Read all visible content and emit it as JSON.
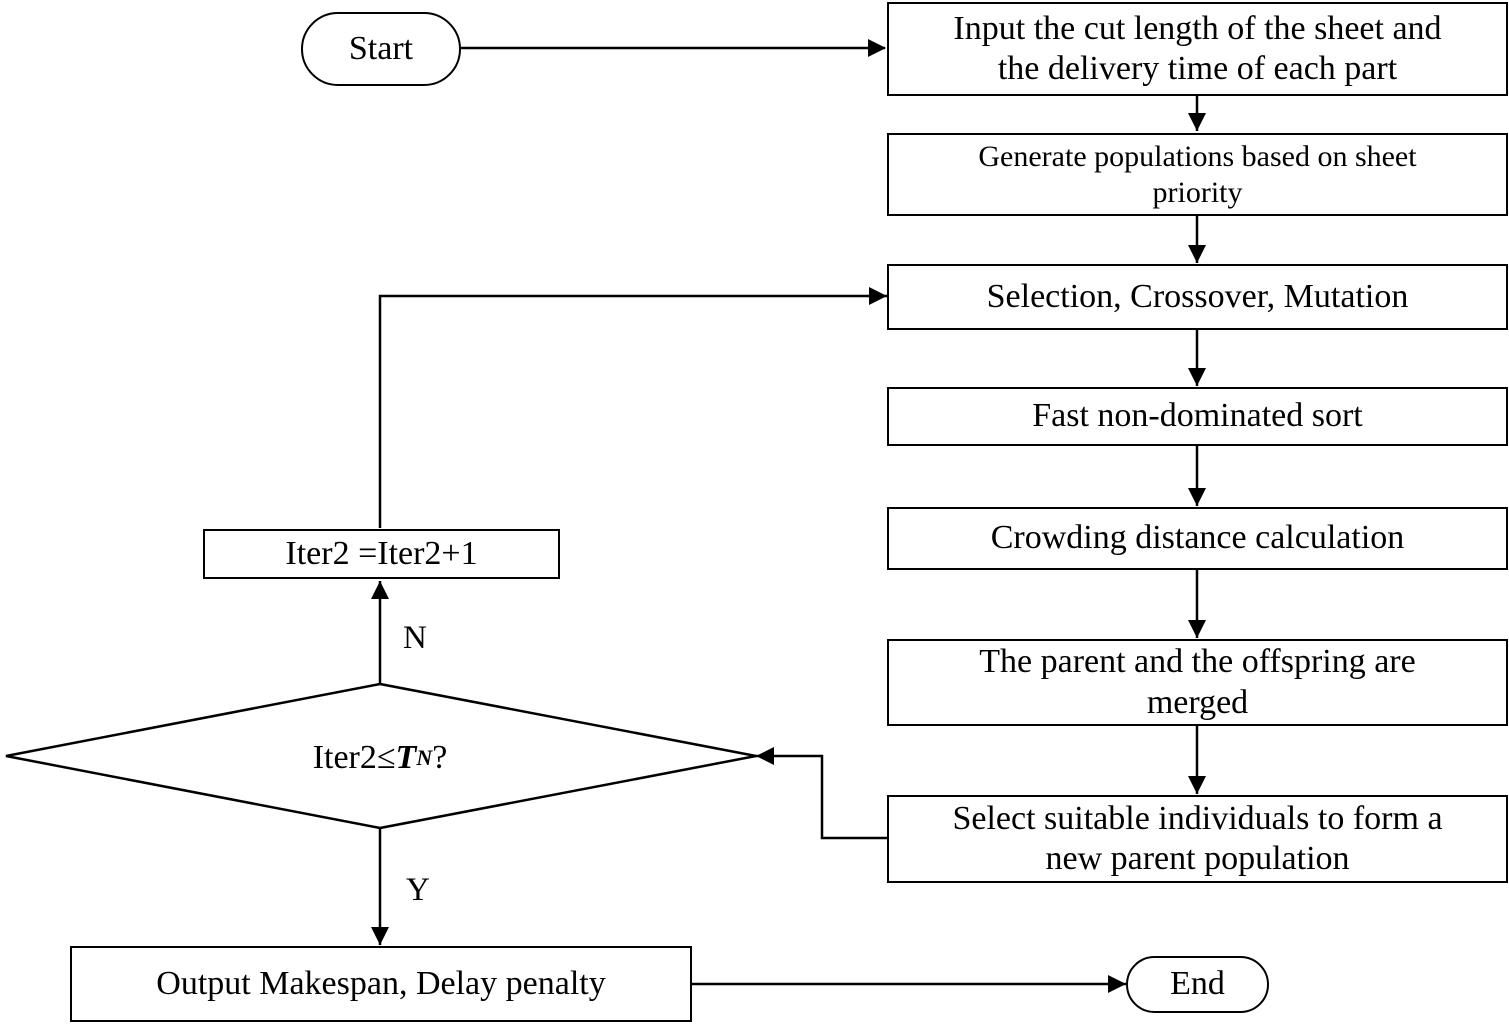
{
  "nodes": {
    "start": "Start",
    "input": [
      "Input the cut length of the sheet and",
      "the delivery time of each part"
    ],
    "generate": [
      "Generate populations based on sheet",
      "priority"
    ],
    "selection": "Selection, Crossover, Mutation",
    "sort": "Fast non-dominated sort",
    "crowding": "Crowding distance calculation",
    "merge": [
      "The parent and the offspring are",
      "merged"
    ],
    "select": [
      "Select suitable individuals to form a",
      "new parent population"
    ],
    "iter_update": "Iter2 =Iter2+1",
    "decision": {
      "prefix": "Iter2≤",
      "var": "T",
      "sub": "N",
      "suffix": "?"
    },
    "output": "Output Makespan, Delay penalty",
    "end": "End"
  },
  "branch_labels": {
    "no": "N",
    "yes": "Y"
  }
}
